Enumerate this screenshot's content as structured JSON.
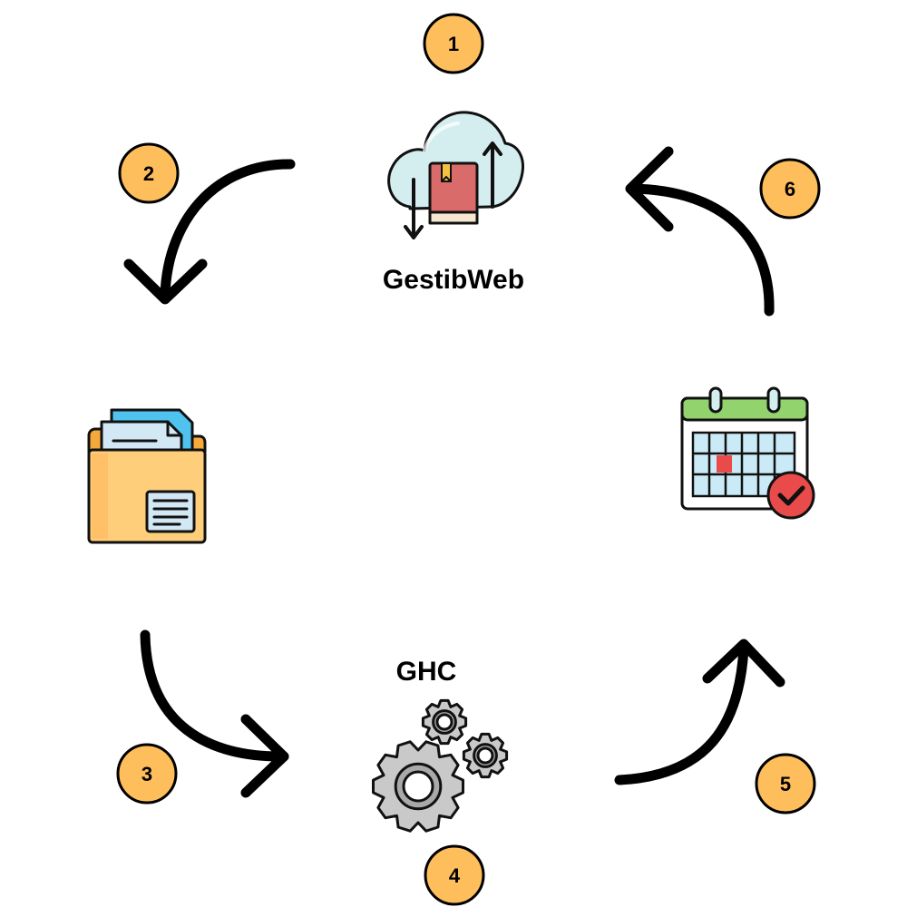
{
  "labels": {
    "top": "GestibWeb",
    "bottom": "GHC"
  },
  "steps": [
    "1",
    "2",
    "3",
    "4",
    "5",
    "6"
  ],
  "icons": {
    "top": "cloud-book-sync-icon",
    "left": "folder-documents-icon",
    "bottom": "gears-icon",
    "right": "calendar-check-icon"
  },
  "colors": {
    "badge_fill": "#FFBE5C",
    "badge_stroke": "#000000",
    "arrow": "#000000"
  }
}
